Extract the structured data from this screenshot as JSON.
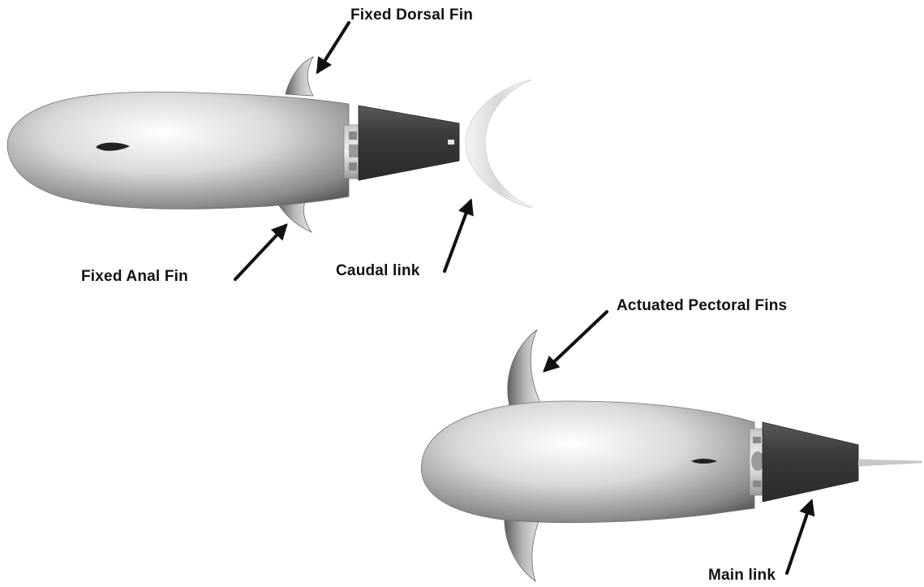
{
  "labels": {
    "dorsal_fin": "Fixed Dorsal Fin",
    "anal_fin": "Fixed Anal Fin",
    "caudal_link": "Caudal link",
    "pectoral_fins": "Actuated Pectoral Fins",
    "main_link": "Main link"
  },
  "colors": {
    "body_highlight": "#ffffff",
    "body_shadow": "#5e5e5e",
    "link_dark": "#3a3a3a",
    "label_text": "#111111",
    "arrow": "#111111"
  }
}
